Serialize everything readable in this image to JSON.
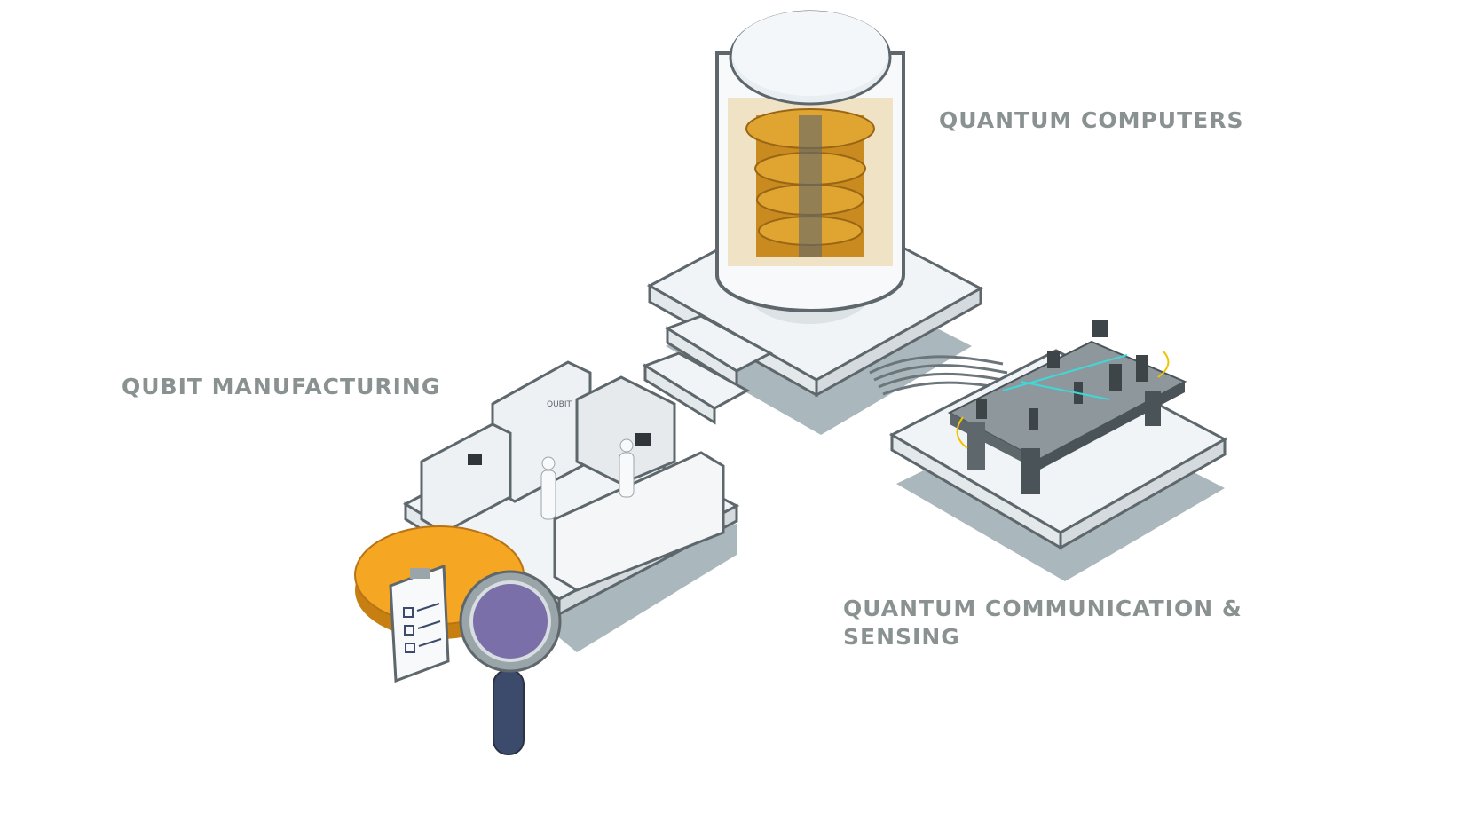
{
  "labels": {
    "quantum_computers": "QUANTUM COMPUTERS",
    "qubit_manufacturing": "QUBIT MANUFACTURING",
    "communication_line1": "QUANTUM COMMUNICATION &",
    "communication_line2": "SENSING"
  },
  "machine_logo": "QUBIT",
  "colors": {
    "label": "#8a9191",
    "platform_top": "#f1f4f6",
    "platform_edge": "#5d676c",
    "shadow": "#a9b6bb",
    "gold": "#e0a531",
    "wafer": "#f5a623",
    "handle": "#3c4a6b"
  }
}
